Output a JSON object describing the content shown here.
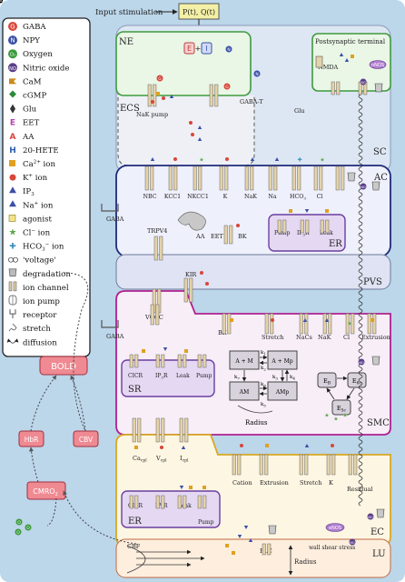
{
  "input": {
    "label": "Input stimulation",
    "box": "P(t), Q(t)"
  },
  "compartments": {
    "ne": "NE",
    "ecs": "ECS",
    "sc": "SC",
    "ac": "AC",
    "pvs": "PVS",
    "smc": "SMC",
    "ec": "EC",
    "lu": "LU",
    "postsyn": "Postsynaptic terminal"
  },
  "bold": {
    "bold": "BOLD",
    "hbr": "HbR",
    "cbv": "CBV",
    "cmro2": "CMRO",
    "cmro2_sub": "2"
  },
  "legend": [
    {
      "icon": "G",
      "label": "GABA",
      "color": "#d9453a"
    },
    {
      "icon": "N",
      "label": "NPY",
      "color": "#3b4fa8"
    },
    {
      "icon": "O2",
      "label": "Oxygen",
      "color": "#3a9a3a"
    },
    {
      "icon": "NO",
      "label": "Nitric oxide",
      "color": "#5a3f8a"
    },
    {
      "icon": "CaM",
      "label": "CaM",
      "color": "#c98a1a"
    },
    {
      "icon": "cGMP",
      "label": "cGMP",
      "color": "#2d8a3a"
    },
    {
      "icon": "Glu",
      "label": "Glu",
      "color": "#333"
    },
    {
      "icon": "E",
      "label": "EET",
      "color": "#b23fb2"
    },
    {
      "icon": "A",
      "label": "AA",
      "color": "#d9453a"
    },
    {
      "icon": "H",
      "label": "20-HETE",
      "color": "#2d5fb0"
    },
    {
      "icon": "Ca",
      "label": "Ca",
      "sup": "2+",
      "suffix": " ion",
      "color": "#e0a020"
    },
    {
      "icon": "K",
      "label": "K",
      "sup": "+",
      "suffix": " ion",
      "color": "#d9453a"
    },
    {
      "icon": "IP3",
      "label": "IP",
      "sub": "3",
      "color": "#3b4fa8"
    },
    {
      "icon": "Na",
      "label": "Na",
      "sup": "+",
      "suffix": " ion",
      "color": "#3b4fa8"
    },
    {
      "icon": "ag",
      "label": "agonist",
      "color": "#c9b020"
    },
    {
      "icon": "Cl",
      "label": "Cl",
      "sup": "−",
      "suffix": " ion",
      "color": "#5aa84a"
    },
    {
      "icon": "HCO3",
      "label": "HCO",
      "sub": "3",
      "sup": "−",
      "suffix": " ion",
      "color": "#3a8fc0"
    },
    {
      "icon": "volt",
      "label": "'voltage'",
      "color": "#333"
    },
    {
      "icon": "deg",
      "label": "degradation",
      "color": "#666"
    },
    {
      "icon": "chan",
      "label": "ion channel",
      "color": "#666"
    },
    {
      "icon": "pump",
      "label": "ion pump",
      "color": "#666"
    },
    {
      "icon": "rec",
      "label": "receptor",
      "color": "#666"
    },
    {
      "icon": "stretch",
      "label": "stretch",
      "color": "#666"
    },
    {
      "icon": "diff",
      "label": "diffusion",
      "color": "#333"
    }
  ],
  "labels": {
    "e": "E",
    "i": "I",
    "nak_pump": "NaK pump",
    "gaba_t": "GABA-T",
    "glu": "Glu",
    "nmda": "NMDA",
    "nos": "nNOS",
    "gaba": "GABA",
    "ac_channels": [
      "NBC",
      "KCC1",
      "NKCC1",
      "K",
      "NaK",
      "Na",
      "HCO",
      "Cl"
    ],
    "trpv4": "TRPV4",
    "aa": "AA",
    "eet": "EET",
    "bk": "BK",
    "er": "ER",
    "pump": "Pump",
    "ip3r": "IP",
    "leak": "Leak",
    "kir": "KIR",
    "vocc": "VOCC",
    "stretch": "Stretch",
    "nacs": "NaCs",
    "nak": "NaK",
    "cl": "Cl",
    "extrusion": "Extrusion",
    "sr": "SR",
    "cicr": "CICR",
    "radius": "Radius",
    "am": "A + M",
    "amp": "A + Mp",
    "am2": "AM",
    "amp2": "AMp",
    "k1": "k",
    "k2": "k",
    "k3": "k",
    "k4": "k",
    "k5": "k",
    "k6": "k",
    "k7": "k",
    "eb": "E",
    "enc": "E",
    "e5c": "E",
    "ccpl": "Ca",
    "vcpl": "V",
    "icpl": "I",
    "cation": "Cation",
    "residual": "Residual",
    "cbf": "CBF",
    "plc": "PLC",
    "wss": "wall shear stress",
    "enos": "eNOS"
  }
}
